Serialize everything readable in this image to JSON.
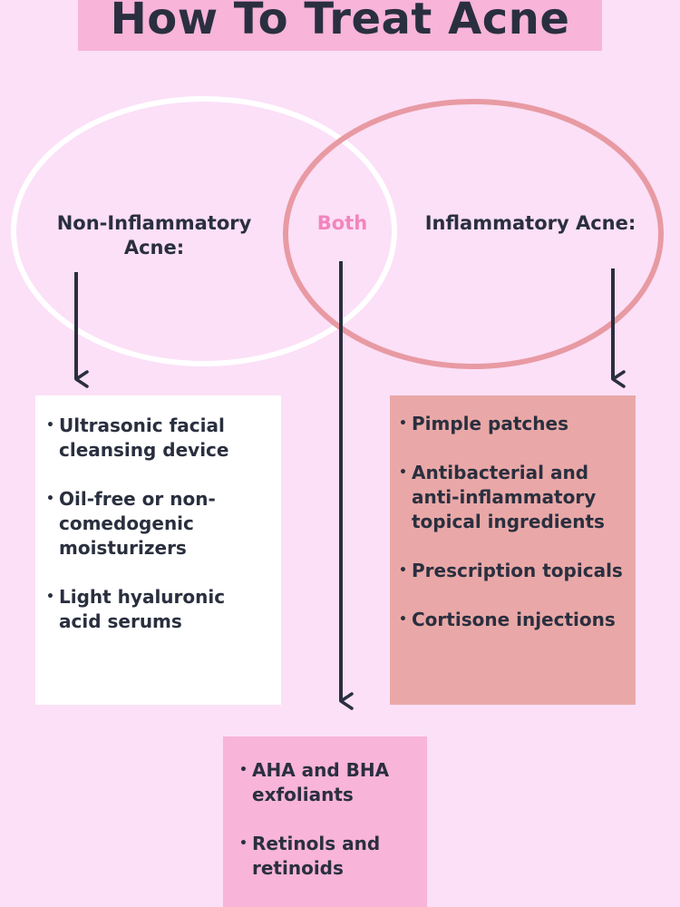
{
  "title": "How To Treat Acne",
  "venn": {
    "left_label": "Non-Inflammatory Acne:",
    "both_label": "Both",
    "right_label": "Inflammatory Acne:"
  },
  "lists": {
    "non_inflammatory": [
      "Ultrasonic facial cleansing device",
      "Oil-free or non-comedogenic moisturizers",
      "Light hyaluronic acid serums"
    ],
    "inflammatory": [
      "Pimple patches",
      "Antibacterial and anti-inflammatory topical ingredients",
      "Prescription topicals",
      "Cortisone injections"
    ],
    "both": [
      "AHA and BHA exfoliants",
      "Retinols and retinoids"
    ]
  },
  "colors": {
    "background": "#fbe0f7",
    "title_bg": "#f8b4d9",
    "left_circle": "#ffffff",
    "right_circle": "#e89aa3",
    "both_text": "#f285bd",
    "inflammatory_box": "#e9a8a7",
    "both_box": "#f8b4d9",
    "text": "#2a2f3f"
  }
}
